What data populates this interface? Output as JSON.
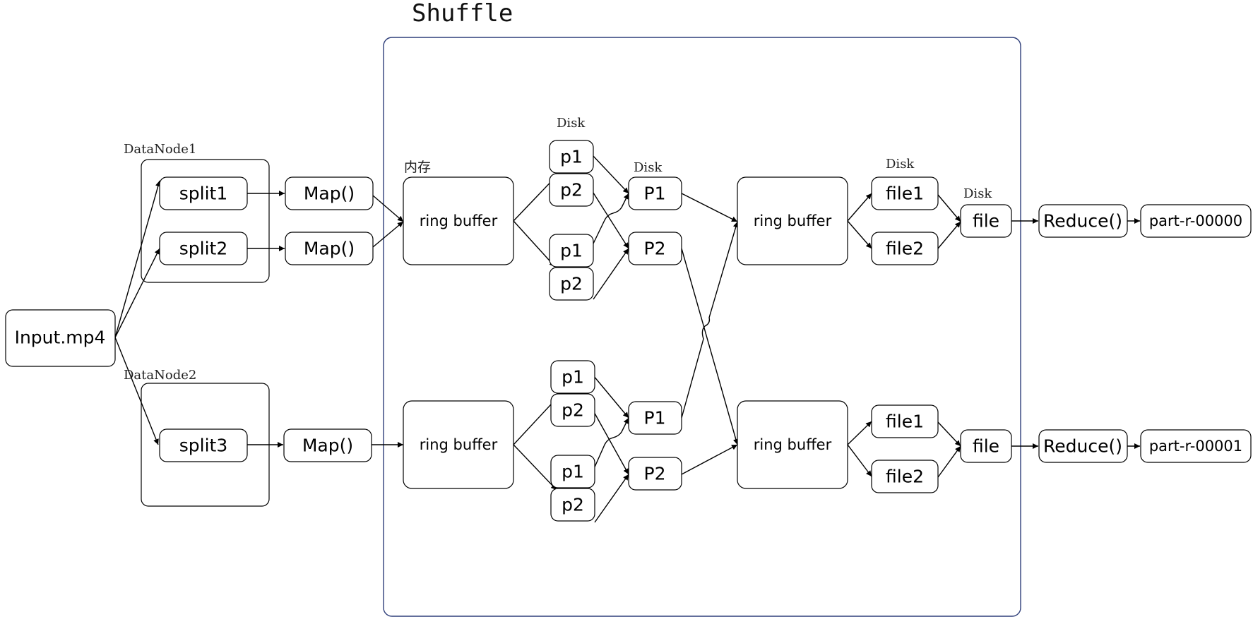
{
  "title": "Shuffle",
  "colors": {
    "shuffle_border": "#2f3f7a",
    "stroke": "#000000",
    "fill": "#ffffff"
  },
  "labels": {
    "datanode1": "DataNode1",
    "datanode2": "DataNode2",
    "memory": "内存",
    "disk": "Disk"
  },
  "nodes": {
    "input": "Input.mp4",
    "split1": "split1",
    "split2": "split2",
    "split3": "split3",
    "map": "Map()",
    "ring_buffer": "ring buffer",
    "p1": "p1",
    "p2": "p2",
    "P1": "P1",
    "P2": "P2",
    "file1": "file1",
    "file2": "file2",
    "file": "file",
    "reduce": "Reduce()",
    "out0": "part-r-00000",
    "out1": "part-r-00001"
  }
}
